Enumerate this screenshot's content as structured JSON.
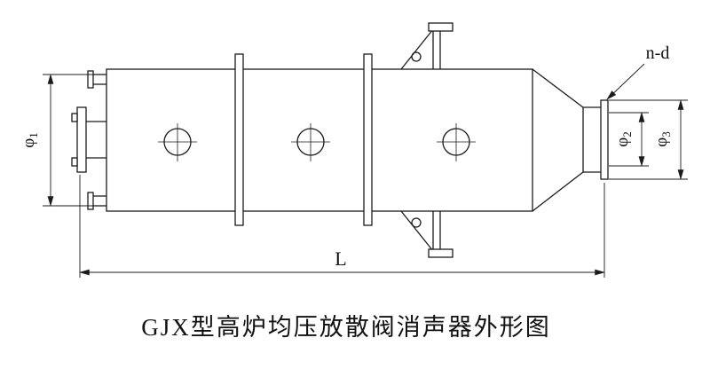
{
  "drawing": {
    "title": "GJX型高炉均压放散阀消声器外形图",
    "labels": {
      "bolt_holes": "n-d",
      "length": "L",
      "phi1": {
        "symbol": "φ",
        "sub": "1"
      },
      "phi2": {
        "symbol": "φ",
        "sub": "2"
      },
      "phi3": {
        "symbol": "φ",
        "sub": "3"
      }
    },
    "colors": {
      "line": "#1b1b1b",
      "background": "#ffffff"
    }
  }
}
